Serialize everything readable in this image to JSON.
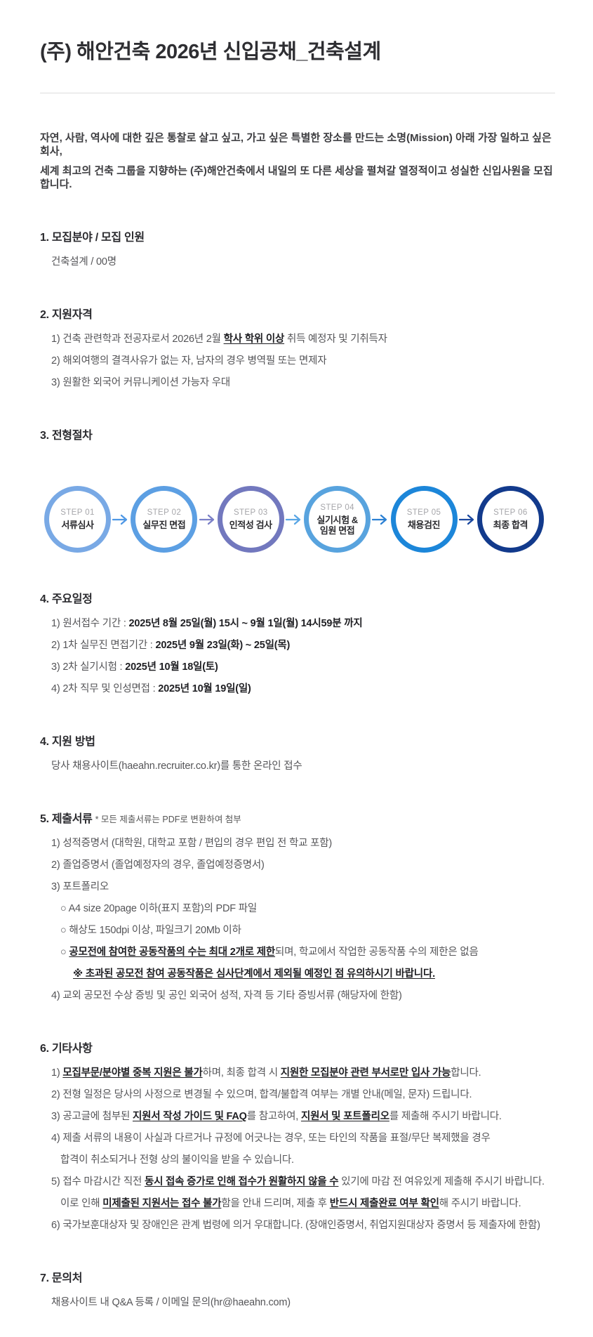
{
  "title": "(주) 해안건축 2026년 신입공채_건축설계",
  "intro": {
    "lines": [
      "자연, 사람, 역사에 대한 깊은 통찰로 살고 싶고, 가고 싶은 특별한 장소를 만드는 소명(Mission) 아래 가장 일하고 싶은 회사,",
      "세계 최고의 건축 그룹을 지향하는 (주)해안건축에서 내일의 또 다른 세상을 펼쳐갈 열정적이고 성실한 신입사원을 모집합니다."
    ]
  },
  "process": {
    "steps": [
      {
        "code": "STEP 01",
        "name": "서류심사",
        "color": "#79a9e5"
      },
      {
        "code": "STEP 02",
        "name": "실무진 면접",
        "color": "#5c9fe3"
      },
      {
        "code": "STEP 03",
        "name": "인적성 검사",
        "color": "#7278be"
      },
      {
        "code": "STEP 04",
        "name": "실기시험 &\n임원 면접",
        "color": "#58a3de"
      },
      {
        "code": "STEP 05",
        "name": "채용검진",
        "color": "#1c86d9"
      },
      {
        "code": "STEP 06",
        "name": "최종 합격",
        "color": "#123a8c"
      }
    ],
    "arrow_colors": [
      "#4e97e5",
      "#7a7fc7",
      "#59a6e5",
      "#2b80d3",
      "#1a479e"
    ]
  },
  "sections": [
    {
      "heading": "1. 모집분야 / 모집 인원",
      "lines": [
        {
          "indent": 1,
          "segments": [
            {
              "t": "건축설계 / 00명"
            }
          ]
        }
      ]
    },
    {
      "heading": "2. 지원자격",
      "lines": [
        {
          "indent": 1,
          "segments": [
            {
              "t": "1) 건축 관련학과 전공자로서 2026년 2월 "
            },
            {
              "t": "학사 학위 이상",
              "b": true,
              "u": true
            },
            {
              "t": " 취득 예정자 및 기취득자"
            }
          ]
        },
        {
          "indent": 1,
          "segments": [
            {
              "t": "2) 해외여행의 결격사유가 없는 자, 남자의 경우 병역필 또는 면제자"
            }
          ]
        },
        {
          "indent": 1,
          "segments": [
            {
              "t": "3) 원활한 외국어 커뮤니케이션 가능자 우대"
            }
          ]
        }
      ]
    },
    {
      "heading": "3. 전형절차",
      "diagram": "process",
      "lines": []
    },
    {
      "heading": "4. 주요일정",
      "lines": [
        {
          "indent": 1,
          "segments": [
            {
              "t": "1) 원서접수 기간 : "
            },
            {
              "t": "2025년 8월 25일(월) 15시 ~ 9월 1일(월) 14시59분 까지",
              "b": true
            }
          ]
        },
        {
          "indent": 1,
          "segments": [
            {
              "t": "2) 1차 실무진 면접기간 : "
            },
            {
              "t": "2025년 9월 23일(화) ~ 25일(목)",
              "b": true
            }
          ]
        },
        {
          "indent": 1,
          "segments": [
            {
              "t": "3) 2차 실기시험 : "
            },
            {
              "t": "2025년 10월 18일(토)",
              "b": true
            }
          ]
        },
        {
          "indent": 1,
          "segments": [
            {
              "t": "4) 2차 직무 및 인성면접 : "
            },
            {
              "t": "2025년 10월 19일(일)",
              "b": true
            }
          ]
        }
      ]
    },
    {
      "heading": "4. 지원 방법",
      "lines": [
        {
          "indent": 1,
          "segments": [
            {
              "t": "당사 채용사이트(haeahn.recruiter.co.kr)를 통한 온라인 접수"
            }
          ]
        }
      ]
    },
    {
      "heading": "5. 제출서류",
      "note": "* 모든 제출서류는 PDF로 변환하여 첨부",
      "lines": [
        {
          "indent": 1,
          "segments": [
            {
              "t": "1) 성적증명서 (대학원, 대학교 포함 / 편입의 경우 편입 전 학교 포함)"
            }
          ]
        },
        {
          "indent": 1,
          "segments": [
            {
              "t": "2) 졸업증명서 (졸업예정자의 경우, 졸업예정증명서)"
            }
          ]
        },
        {
          "indent": 1,
          "segments": [
            {
              "t": "3) 포트폴리오"
            }
          ]
        },
        {
          "indent": 2,
          "segments": [
            {
              "t": "○ A4 size 20page 이하(표지 포함)의 PDF 파일"
            }
          ]
        },
        {
          "indent": 2,
          "segments": [
            {
              "t": "○ 해상도 150dpi 이상, 파일크기 20Mb 이하"
            }
          ]
        },
        {
          "indent": 2,
          "segments": [
            {
              "t": "○ "
            },
            {
              "t": "공모전에 참여한 공동작품의 수는 최대 2개로 제한",
              "b": true,
              "u": true
            },
            {
              "t": "되며, 학교에서 작업한 공동작품 수의 제한은 없음"
            }
          ]
        },
        {
          "indent": 3,
          "segments": [
            {
              "t": "※ 초과된 공모전 참여 공동작품은 심사단계에서 제외될 예정인 점 유의하시기 바랍니다.",
              "b": true,
              "u": true
            }
          ]
        },
        {
          "indent": 1,
          "segments": [
            {
              "t": "4) 교외 공모전 수상 증빙 및 공인 외국어 성적, 자격 등 기타 증빙서류 (해당자에 한함)"
            }
          ]
        }
      ]
    },
    {
      "heading": "6. 기타사항",
      "lines": [
        {
          "indent": 1,
          "segments": [
            {
              "t": "1) "
            },
            {
              "t": "모집부문/분야별 중복 지원은 불가",
              "b": true,
              "u": true
            },
            {
              "t": "하며, 최종 합격 시 "
            },
            {
              "t": "지원한 모집분야 관련 부서로만 입사 가능",
              "b": true,
              "u": true
            },
            {
              "t": "합니다."
            }
          ]
        },
        {
          "indent": 1,
          "segments": [
            {
              "t": "2) 전형 일정은 당사의 사정으로 변경될 수 있으며, 합격/불합격 여부는 개별 안내(메일, 문자) 드립니다."
            }
          ]
        },
        {
          "indent": 1,
          "segments": [
            {
              "t": "3) 공고글에 첨부된 "
            },
            {
              "t": "지원서 작성 가이드 및 FAQ",
              "b": true,
              "u": true
            },
            {
              "t": "를 참고하여, "
            },
            {
              "t": "지원서 및 포트폴리오",
              "b": true,
              "u": true
            },
            {
              "t": "를 제출해 주시기 바랍니다."
            }
          ]
        },
        {
          "indent": 1,
          "segments": [
            {
              "t": "4) 제출 서류의 내용이 사실과 다르거나 규정에 어긋나는 경우, 또는 타인의 작품을 표절/무단 복제했을 경우"
            }
          ]
        },
        {
          "indent": 2,
          "segments": [
            {
              "t": "합격이 취소되거나 전형 상의 불이익을 받을 수 있습니다."
            }
          ]
        },
        {
          "indent": 1,
          "segments": [
            {
              "t": "5) 접수 마감시간 직전 "
            },
            {
              "t": "동시 접속 증가로 인해 접수가 원활하지 않을 수",
              "b": true,
              "u": true
            },
            {
              "t": " 있기에 마감 전 여유있게 제출해 주시기 바랍니다."
            }
          ]
        },
        {
          "indent": 2,
          "segments": [
            {
              "t": "이로 인해 "
            },
            {
              "t": "미제출된 지원서는 접수 불가",
              "b": true,
              "u": true
            },
            {
              "t": "함을 안내 드리며, 제출 후 "
            },
            {
              "t": "반드시 제출완료 여부 확인",
              "b": true,
              "u": true
            },
            {
              "t": "해 주시기 바랍니다."
            }
          ]
        },
        {
          "indent": 1,
          "segments": [
            {
              "t": "6) 국가보훈대상자 및 장애인은 관계 법령에 의거 우대합니다. (장애인증명서, 취업지원대상자 증명서 등 제출자에 한함)"
            }
          ]
        }
      ]
    },
    {
      "heading": "7. 문의처",
      "lines": [
        {
          "indent": 1,
          "segments": [
            {
              "t": "채용사이트 내 Q&A 등록 / 이메일 문의(hr@haeahn.com)"
            }
          ]
        }
      ]
    }
  ]
}
